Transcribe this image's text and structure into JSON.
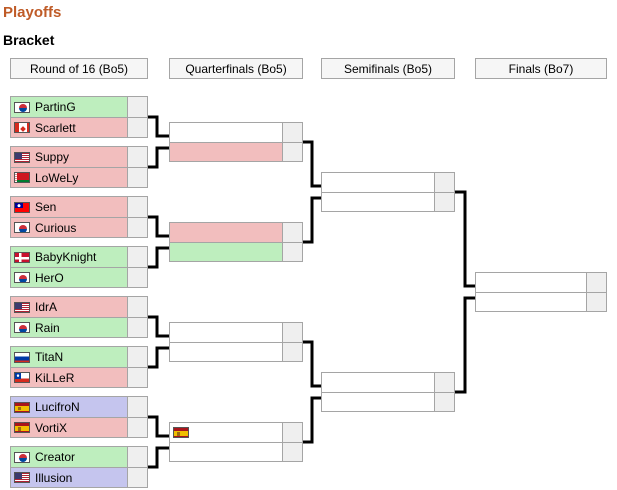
{
  "page": {
    "title": "Playoffs",
    "subtitle": "Bracket"
  },
  "colors": {
    "heading": "#bf5b27",
    "protoss_bg": "#beeebe",
    "zerg_bg": "#f2bebe",
    "terran_bg": "#c5c5ee",
    "score_bg": "#efefef",
    "box_border": "#a5a5a5",
    "connector": "#000000"
  },
  "flag_legend": {
    "kr": "south-korea-flag-icon",
    "ca": "canada-flag-icon",
    "us": "usa-flag-icon",
    "by": "belarus-flag-icon",
    "tw": "taiwan-flag-icon",
    "dk": "denmark-flag-icon",
    "ru": "russia-flag-icon",
    "cl": "chile-flag-icon",
    "es": "spain-flag-icon"
  },
  "race_legend": {
    "p": "protoss",
    "z": "zerg",
    "t": "terran"
  },
  "rounds": [
    {
      "label": "Round of 16 (Bo5)"
    },
    {
      "label": "Quarterfinals (Bo5)"
    },
    {
      "label": "Semifinals (Bo5)"
    },
    {
      "label": "Finals (Bo7)"
    }
  ],
  "matches": {
    "r16": [
      {
        "top": {
          "name": "PartinG",
          "flag": "kr",
          "race": "p",
          "score": ""
        },
        "bottom": {
          "name": "Scarlett",
          "flag": "ca",
          "race": "z",
          "score": ""
        }
      },
      {
        "top": {
          "name": "Suppy",
          "flag": "us",
          "race": "z",
          "score": ""
        },
        "bottom": {
          "name": "LoWeLy",
          "flag": "by",
          "race": "z",
          "score": ""
        }
      },
      {
        "top": {
          "name": "Sen",
          "flag": "tw",
          "race": "z",
          "score": ""
        },
        "bottom": {
          "name": "Curious",
          "flag": "kr",
          "race": "z",
          "score": ""
        }
      },
      {
        "top": {
          "name": "BabyKnight",
          "flag": "dk",
          "race": "p",
          "score": ""
        },
        "bottom": {
          "name": "HerO",
          "flag": "kr",
          "race": "p",
          "score": ""
        }
      },
      {
        "top": {
          "name": "IdrA",
          "flag": "us",
          "race": "z",
          "score": ""
        },
        "bottom": {
          "name": "Rain",
          "flag": "kr",
          "race": "p",
          "score": ""
        }
      },
      {
        "top": {
          "name": "TitaN",
          "flag": "ru",
          "race": "p",
          "score": ""
        },
        "bottom": {
          "name": "KiLLeR",
          "flag": "cl",
          "race": "z",
          "score": ""
        }
      },
      {
        "top": {
          "name": "LucifroN",
          "flag": "es",
          "race": "t",
          "score": ""
        },
        "bottom": {
          "name": "VortiX",
          "flag": "es",
          "race": "z",
          "score": ""
        }
      },
      {
        "top": {
          "name": "Creator",
          "flag": "kr",
          "race": "p",
          "score": ""
        },
        "bottom": {
          "name": "Illusion",
          "flag": "us",
          "race": "t",
          "score": ""
        }
      }
    ],
    "qf": [
      {
        "top": {
          "name": "",
          "flag": "",
          "race": "",
          "score": ""
        },
        "bottom": {
          "name": "",
          "flag": "",
          "race": "z",
          "score": ""
        }
      },
      {
        "top": {
          "name": "",
          "flag": "",
          "race": "z",
          "score": ""
        },
        "bottom": {
          "name": "",
          "flag": "",
          "race": "p",
          "score": ""
        }
      },
      {
        "top": {
          "name": "",
          "flag": "",
          "race": "",
          "score": ""
        },
        "bottom": {
          "name": "",
          "flag": "",
          "race": "",
          "score": ""
        }
      },
      {
        "top": {
          "name": "",
          "flag": "es",
          "race": "",
          "score": ""
        },
        "bottom": {
          "name": "",
          "flag": "",
          "race": "",
          "score": ""
        }
      }
    ],
    "sf": [
      {
        "top": {
          "name": "",
          "flag": "",
          "race": "",
          "score": ""
        },
        "bottom": {
          "name": "",
          "flag": "",
          "race": "",
          "score": ""
        }
      },
      {
        "top": {
          "name": "",
          "flag": "",
          "race": "",
          "score": ""
        },
        "bottom": {
          "name": "",
          "flag": "",
          "race": "",
          "score": ""
        }
      }
    ],
    "f": [
      {
        "top": {
          "name": "",
          "flag": "",
          "race": "",
          "score": ""
        },
        "bottom": {
          "name": "",
          "flag": "",
          "race": "",
          "score": ""
        }
      }
    ]
  }
}
